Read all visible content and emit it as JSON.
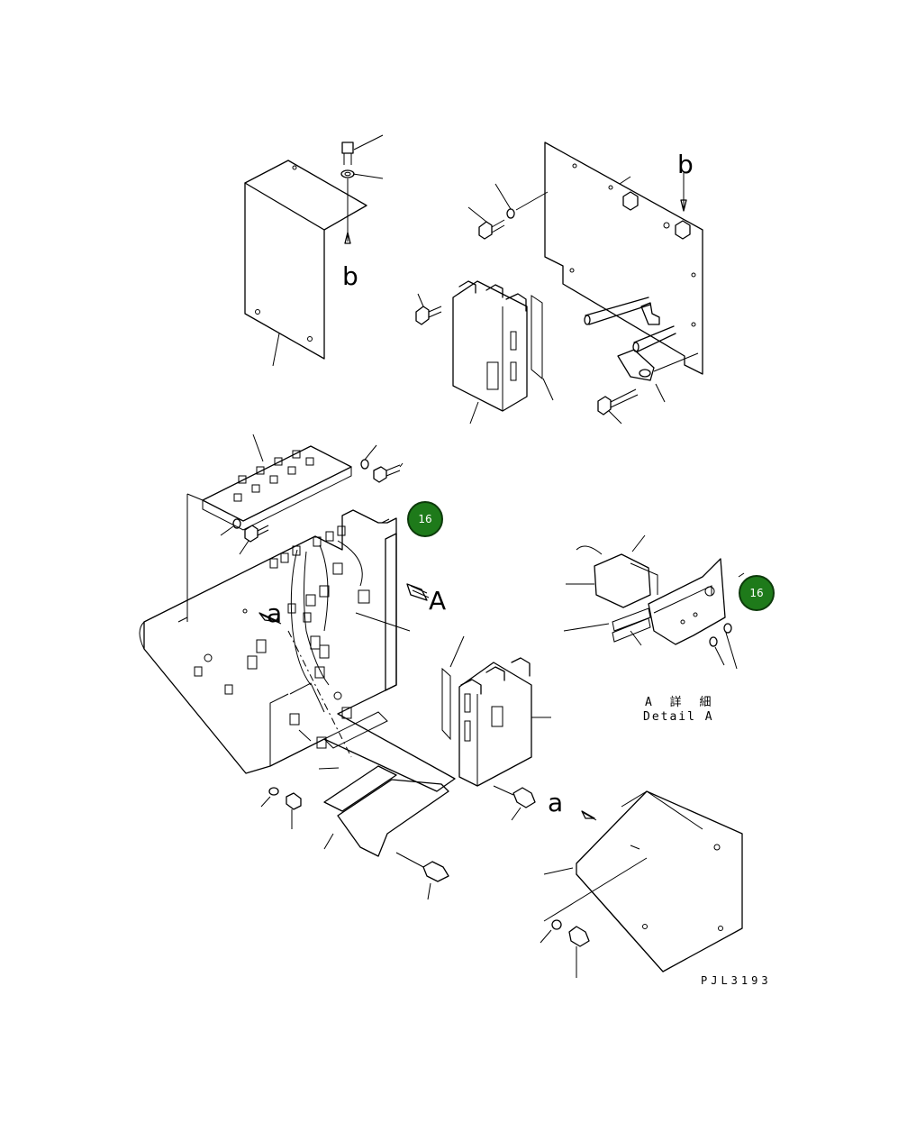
{
  "view_labels": {
    "b_top": "b",
    "b_arrow": "b",
    "a_left": "a",
    "a_right": "a",
    "A_arrow": "A"
  },
  "callouts": [
    {
      "label": "16",
      "color": "#1e7a1a"
    },
    {
      "label": "16",
      "color": "#1e7a1a"
    }
  ],
  "detail": {
    "japanese": "A 詳 細",
    "english": "Detail A"
  },
  "drawing_number": "PJL3193"
}
